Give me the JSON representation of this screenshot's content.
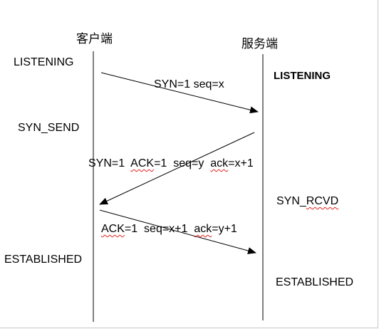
{
  "client": {
    "title": "客户端"
  },
  "server": {
    "title": "服务端"
  },
  "client_states": {
    "listening": "LISTENING",
    "syn_send": "SYN_SEND",
    "established": "ESTABLISHED"
  },
  "server_states": {
    "listening": "LISTENING",
    "syn_rcvd_prefix": "SYN_",
    "syn_rcvd_suffix": "RCVD",
    "established": "ESTABLISHED"
  },
  "messages": {
    "m1": "SYN=1 seq=x",
    "m2_a": "SYN=1  ",
    "m2_b": "ACK",
    "m2_c": "=1  seq=y  ",
    "m2_d": "ack",
    "m2_e": "=x+1",
    "m3_a": "ACK",
    "m3_b": "=1  seq=x+1  ",
    "m3_c": "ack",
    "m3_d": "=y+1"
  },
  "colors": {
    "line": "#000000",
    "text": "#000000",
    "spellcheck": "#e02020"
  }
}
